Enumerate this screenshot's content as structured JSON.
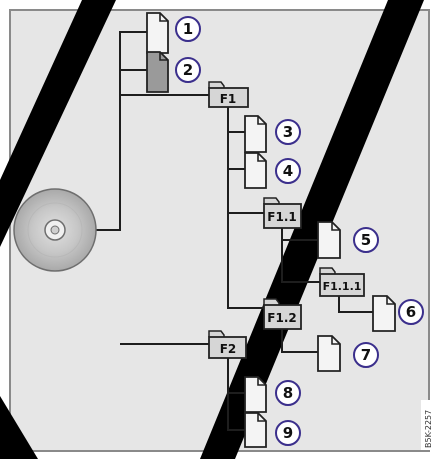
{
  "colors": {
    "background": "#e6e6e6",
    "frame": "#8a8a8a",
    "line": "#1e1e1e",
    "watermark": "#000000",
    "badge_stroke": "#3b2f8c",
    "file_fill": "#f4f4f4",
    "folder_fill": "#d6d6d6"
  },
  "icons": {
    "disc": "cd-disc-icon",
    "file": "file-icon",
    "folder": "folder-icon"
  },
  "folders": {
    "f1": "F1",
    "f1_1": "F1.1",
    "f1_1_1": "F1.1.1",
    "f1_2": "F1.2",
    "f2": "F2"
  },
  "files": {
    "n1": "1",
    "n2": "2",
    "n3": "3",
    "n4": "4",
    "n5": "5",
    "n6": "6",
    "n7": "7",
    "n8": "8",
    "n9": "9"
  },
  "figure_code": "B5K-2257"
}
